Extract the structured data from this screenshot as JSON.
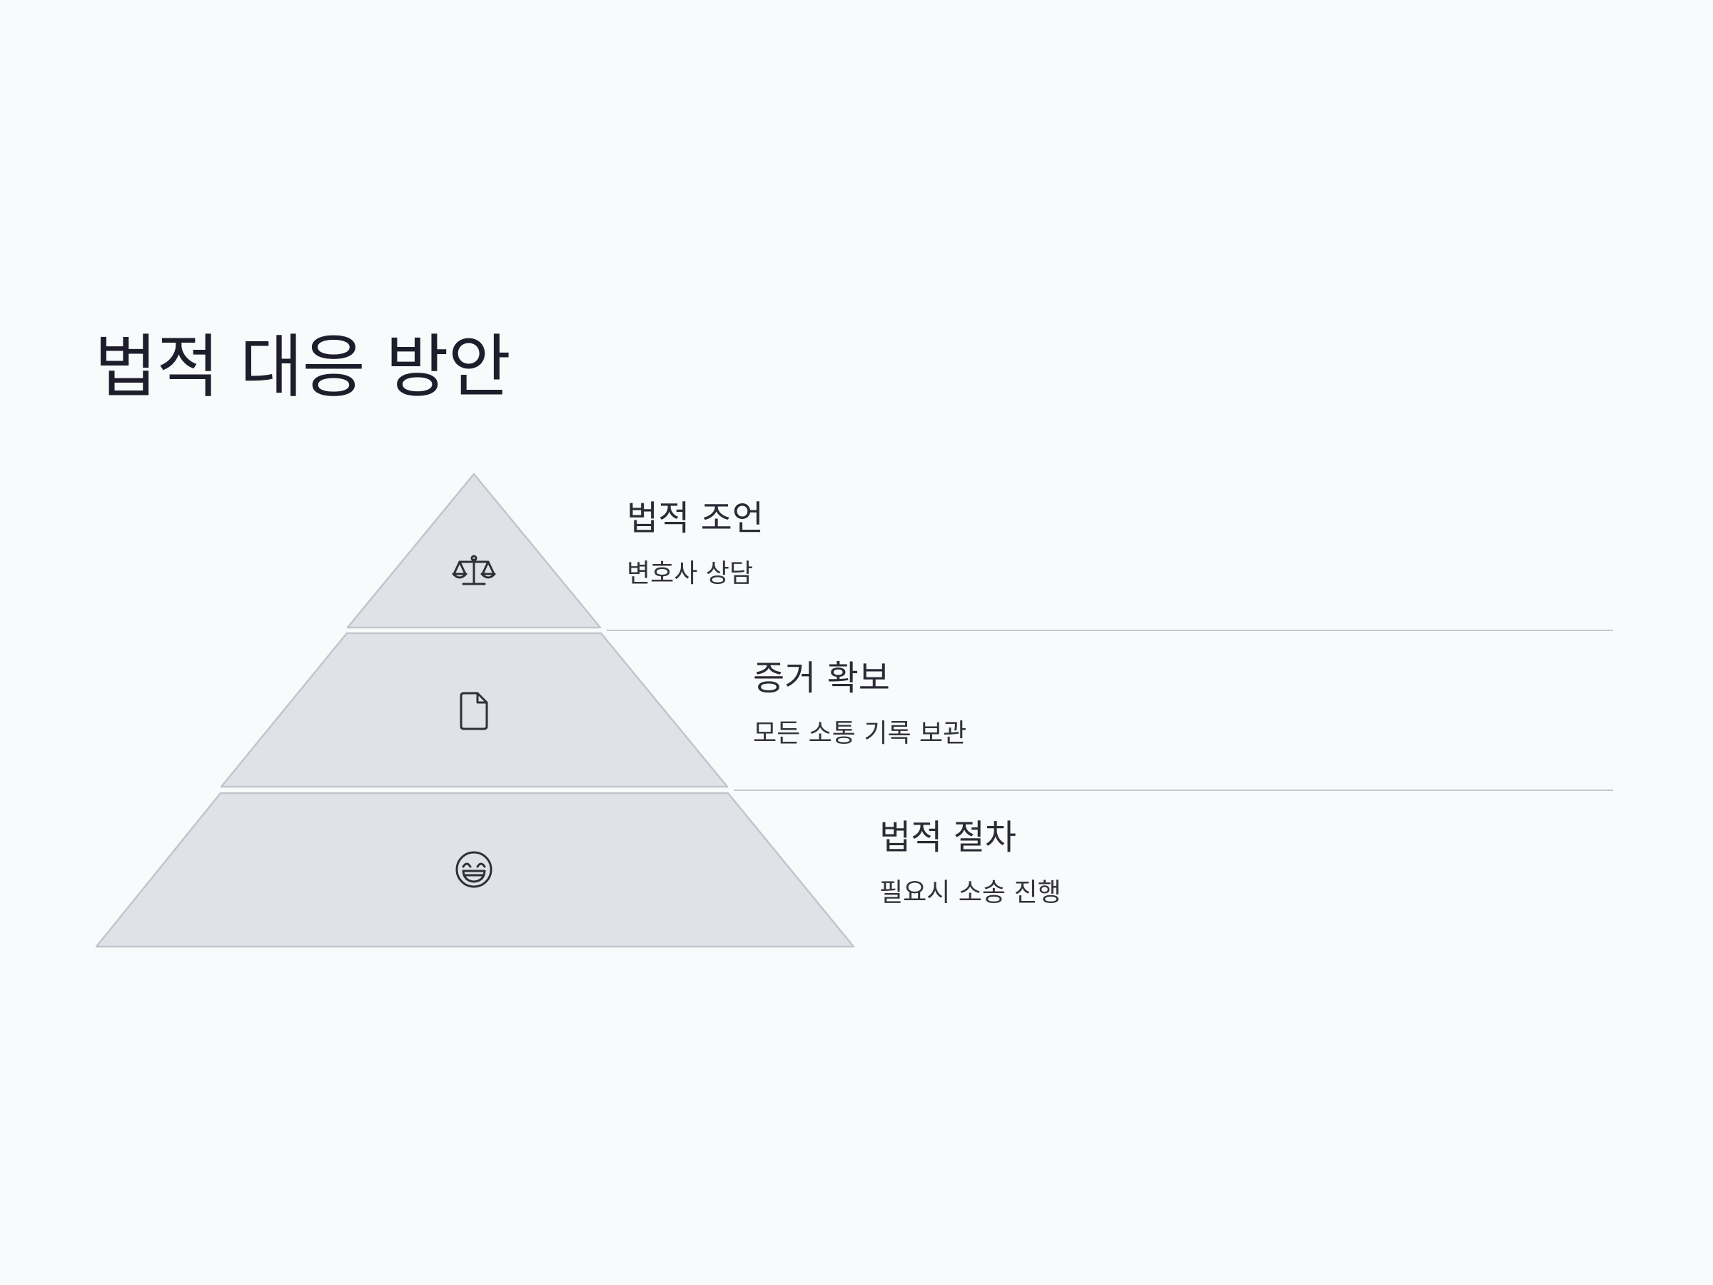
{
  "title": "법적 대응 방안",
  "colors": {
    "background": "#f9fafc",
    "tier_fill": "#e1e2e8",
    "tier_stroke": "#c3c4cc",
    "divider": "#c6c7cc",
    "icon": "#2f2f38",
    "text": "#1e1d2b"
  },
  "levels": [
    {
      "title": "법적 조언",
      "description": "변호사 상담",
      "icon": "scale-icon"
    },
    {
      "title": "증거 확보",
      "description": "모든 소통 기록 보관",
      "icon": "document-icon"
    },
    {
      "title": "법적 절차",
      "description": "필요시 소송 진행",
      "icon": "grin-face-icon"
    }
  ]
}
